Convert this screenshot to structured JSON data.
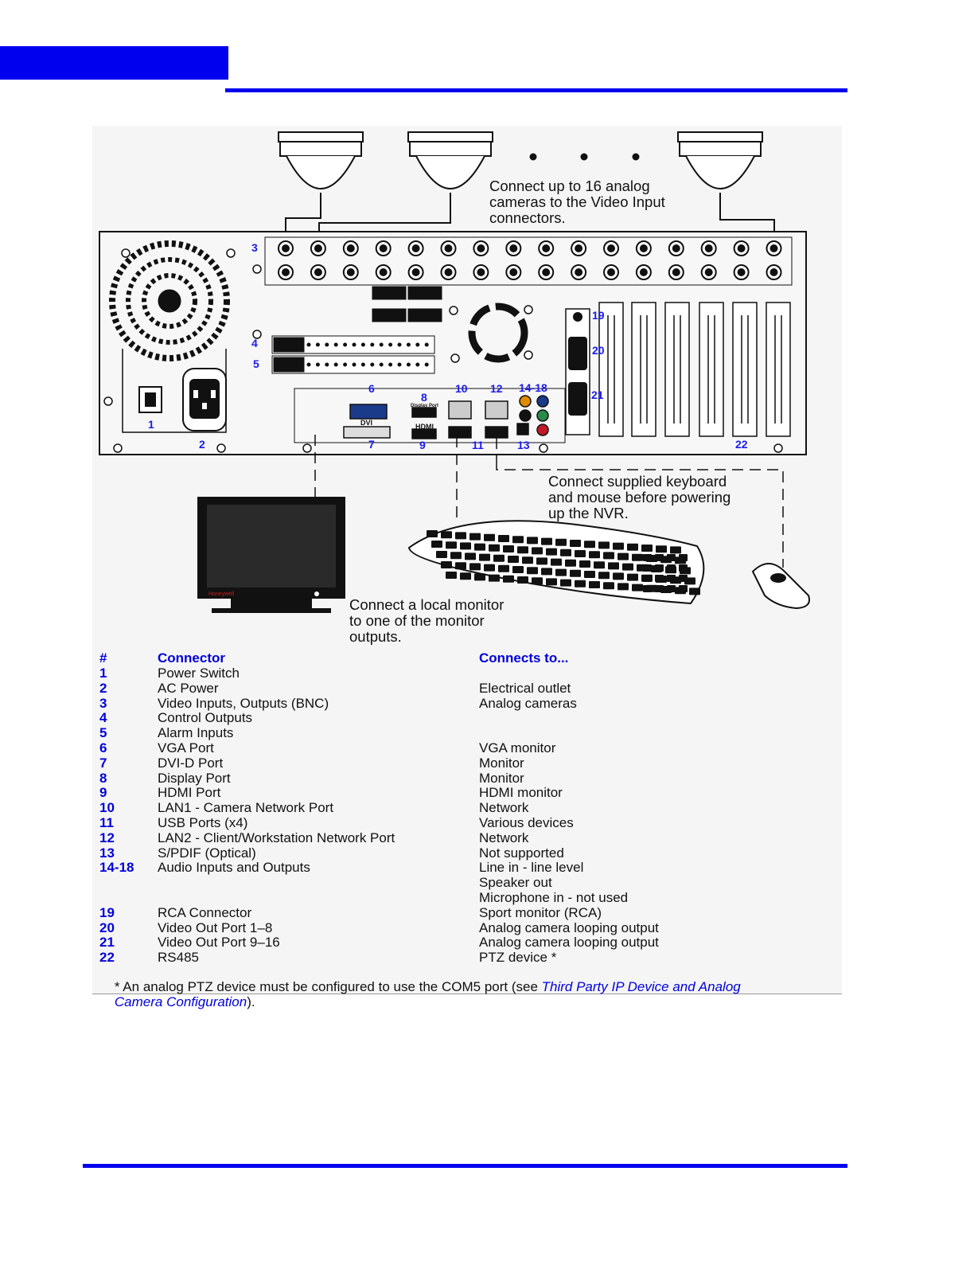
{
  "diagram": {
    "callouts": {
      "cameras": "Connect up to 16 analog\ncameras to the Video Input\nconnectors.",
      "keyboard": "Connect supplied keyboard\nand mouse before powering\nup the NVR.",
      "monitor": "Connect a local monitor\nto one of the monitor\noutputs."
    },
    "port_labels": {
      "dvi": "DVI",
      "hdmi": "HDMI",
      "display_port": "Display Port",
      "monitor_brand": "Honeywell"
    },
    "numbers": [
      "1",
      "2",
      "3",
      "4",
      "5",
      "6",
      "7",
      "8",
      "9",
      "10",
      "11",
      "12",
      "13",
      "14-18",
      "19",
      "20",
      "21",
      "22"
    ]
  },
  "table": {
    "headers": {
      "num": "#",
      "connector": "Connector",
      "connects_to": "Connects to..."
    },
    "rows": [
      {
        "num": "1",
        "connector": "Power Switch",
        "connects_to": ""
      },
      {
        "num": "2",
        "connector": "AC Power",
        "connects_to": "Electrical outlet"
      },
      {
        "num": "3",
        "connector": "Video Inputs, Outputs (BNC)",
        "connects_to": "Analog cameras"
      },
      {
        "num": "4",
        "connector": "Control Outputs",
        "connects_to": ""
      },
      {
        "num": "5",
        "connector": "Alarm Inputs",
        "connects_to": ""
      },
      {
        "num": "6",
        "connector": "VGA Port",
        "connects_to": "VGA monitor"
      },
      {
        "num": "7",
        "connector": "DVI-D Port",
        "connects_to": "Monitor"
      },
      {
        "num": "8",
        "connector": "Display Port",
        "connects_to": "Monitor"
      },
      {
        "num": "9",
        "connector": "HDMI Port",
        "connects_to": "HDMI monitor"
      },
      {
        "num": "10",
        "connector": "LAN1 - Camera Network Port",
        "connects_to": "Network"
      },
      {
        "num": "11",
        "connector": "USB Ports (x4)",
        "connects_to": "Various devices"
      },
      {
        "num": "12",
        "connector": "LAN2 - Client/Workstation Network Port",
        "connects_to": "Network"
      },
      {
        "num": "13",
        "connector": "S/PDIF (Optical)",
        "connects_to": "Not supported"
      },
      {
        "num": "14-18",
        "connector": "Audio Inputs and Outputs",
        "connects_to": "Line in - line level"
      },
      {
        "num": "",
        "connector": "",
        "connects_to": "Speaker out"
      },
      {
        "num": "",
        "connector": "",
        "connects_to": "Microphone in - not used"
      },
      {
        "num": "19",
        "connector": "RCA Connector",
        "connects_to": "Sport monitor (RCA)"
      },
      {
        "num": "20",
        "connector": "Video Out Port 1–8",
        "connects_to": "Analog camera looping output"
      },
      {
        "num": "21",
        "connector": "Video Out Port 9–16",
        "connects_to": "Analog camera looping output"
      },
      {
        "num": "22",
        "connector": "RS485",
        "connects_to": "PTZ device *"
      }
    ],
    "footnote": {
      "prefix": "* An analog PTZ device must be configured to use the COM5 port (see ",
      "link1": "Third Party IP Device and Analog",
      "link2": "Camera Configuration",
      "suffix": ")."
    }
  },
  "colors": {
    "accent": "#0000ee",
    "label_blue": "#0000dd",
    "figure_bg": "#f5f5f5"
  }
}
